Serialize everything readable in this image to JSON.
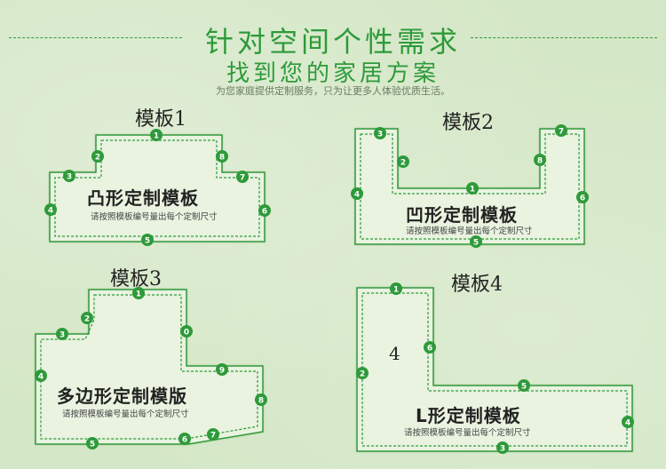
{
  "header": {
    "title": "针对空间个性需求",
    "subtitle": "找到您的家居方案",
    "tagline": "为您家庭提供定制服务，只为让更多人体验优质生活。"
  },
  "templates": [
    {
      "label": "模板1",
      "name": "凸形定制模板",
      "note": "请按照模板编号量出每个定制尺寸",
      "markers": [
        "1",
        "2",
        "3",
        "4",
        "5",
        "6",
        "7",
        "8"
      ]
    },
    {
      "label": "模板2",
      "name": "凹形定制模板",
      "note": "请按照模板编号量出每个定制尺寸",
      "markers": [
        "1",
        "2",
        "3",
        "4",
        "5",
        "6",
        "7",
        "8"
      ]
    },
    {
      "label": "模板3",
      "name": "多边形定制模版",
      "note": "请按照模板编号量出每个定制尺寸",
      "markers": [
        "1",
        "2",
        "3",
        "4",
        "5",
        "6",
        "7",
        "8",
        "9",
        "0"
      ]
    },
    {
      "label": "模板4",
      "name": "L形定制模板",
      "note": "请按照模板编号量出每个定制尺寸",
      "markers": [
        "1",
        "2",
        "3",
        "4",
        "5",
        "6"
      ],
      "extra_number": "4"
    }
  ],
  "colors": {
    "accent": "#2e9a3a",
    "background": "#d4e7c6",
    "shape_fill": "#e9f3e0"
  }
}
